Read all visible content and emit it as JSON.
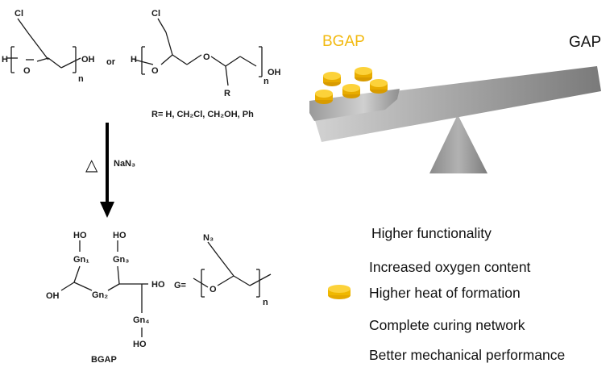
{
  "scheme": {
    "reactant1": {
      "cl": "Cl",
      "h": "H",
      "o": "O",
      "oh": "OH",
      "n": "n"
    },
    "or": "or",
    "reactant2": {
      "cl": "Cl",
      "h": "H",
      "o1": "O",
      "o2": "O",
      "r": "R",
      "oh": "OH",
      "n": "n"
    },
    "r_groups": "R= H, CH₂Cl, CH₂OH, Ph",
    "heat_symbol": "△",
    "reagent": "NaN₃",
    "bgap": {
      "ho_top1": "HO",
      "ho_top2": "HO",
      "gn1": "Gn₁",
      "gn2": "Gn₂",
      "gn3": "Gn₃",
      "gn4": "Gn₄",
      "oh_left": "OH",
      "ho_right": "HO",
      "ho_bottom": "HO",
      "label": "BGAP"
    },
    "g_unit": {
      "g_eq": "G=",
      "n3": "N₃",
      "o": "O",
      "n": "n"
    }
  },
  "balance": {
    "label_left": "BGAP",
    "label_right": "GAP",
    "left_color": "#f2b90f",
    "right_color": "#000000"
  },
  "legend": {
    "icon": "yellow-cylinder-icon",
    "icon_color": "#f5c000",
    "items": [
      "Higher functionality",
      "Increased oxygen content",
      "Higher heat of formation",
      "Complete curing network",
      "Better mechanical performance"
    ]
  }
}
